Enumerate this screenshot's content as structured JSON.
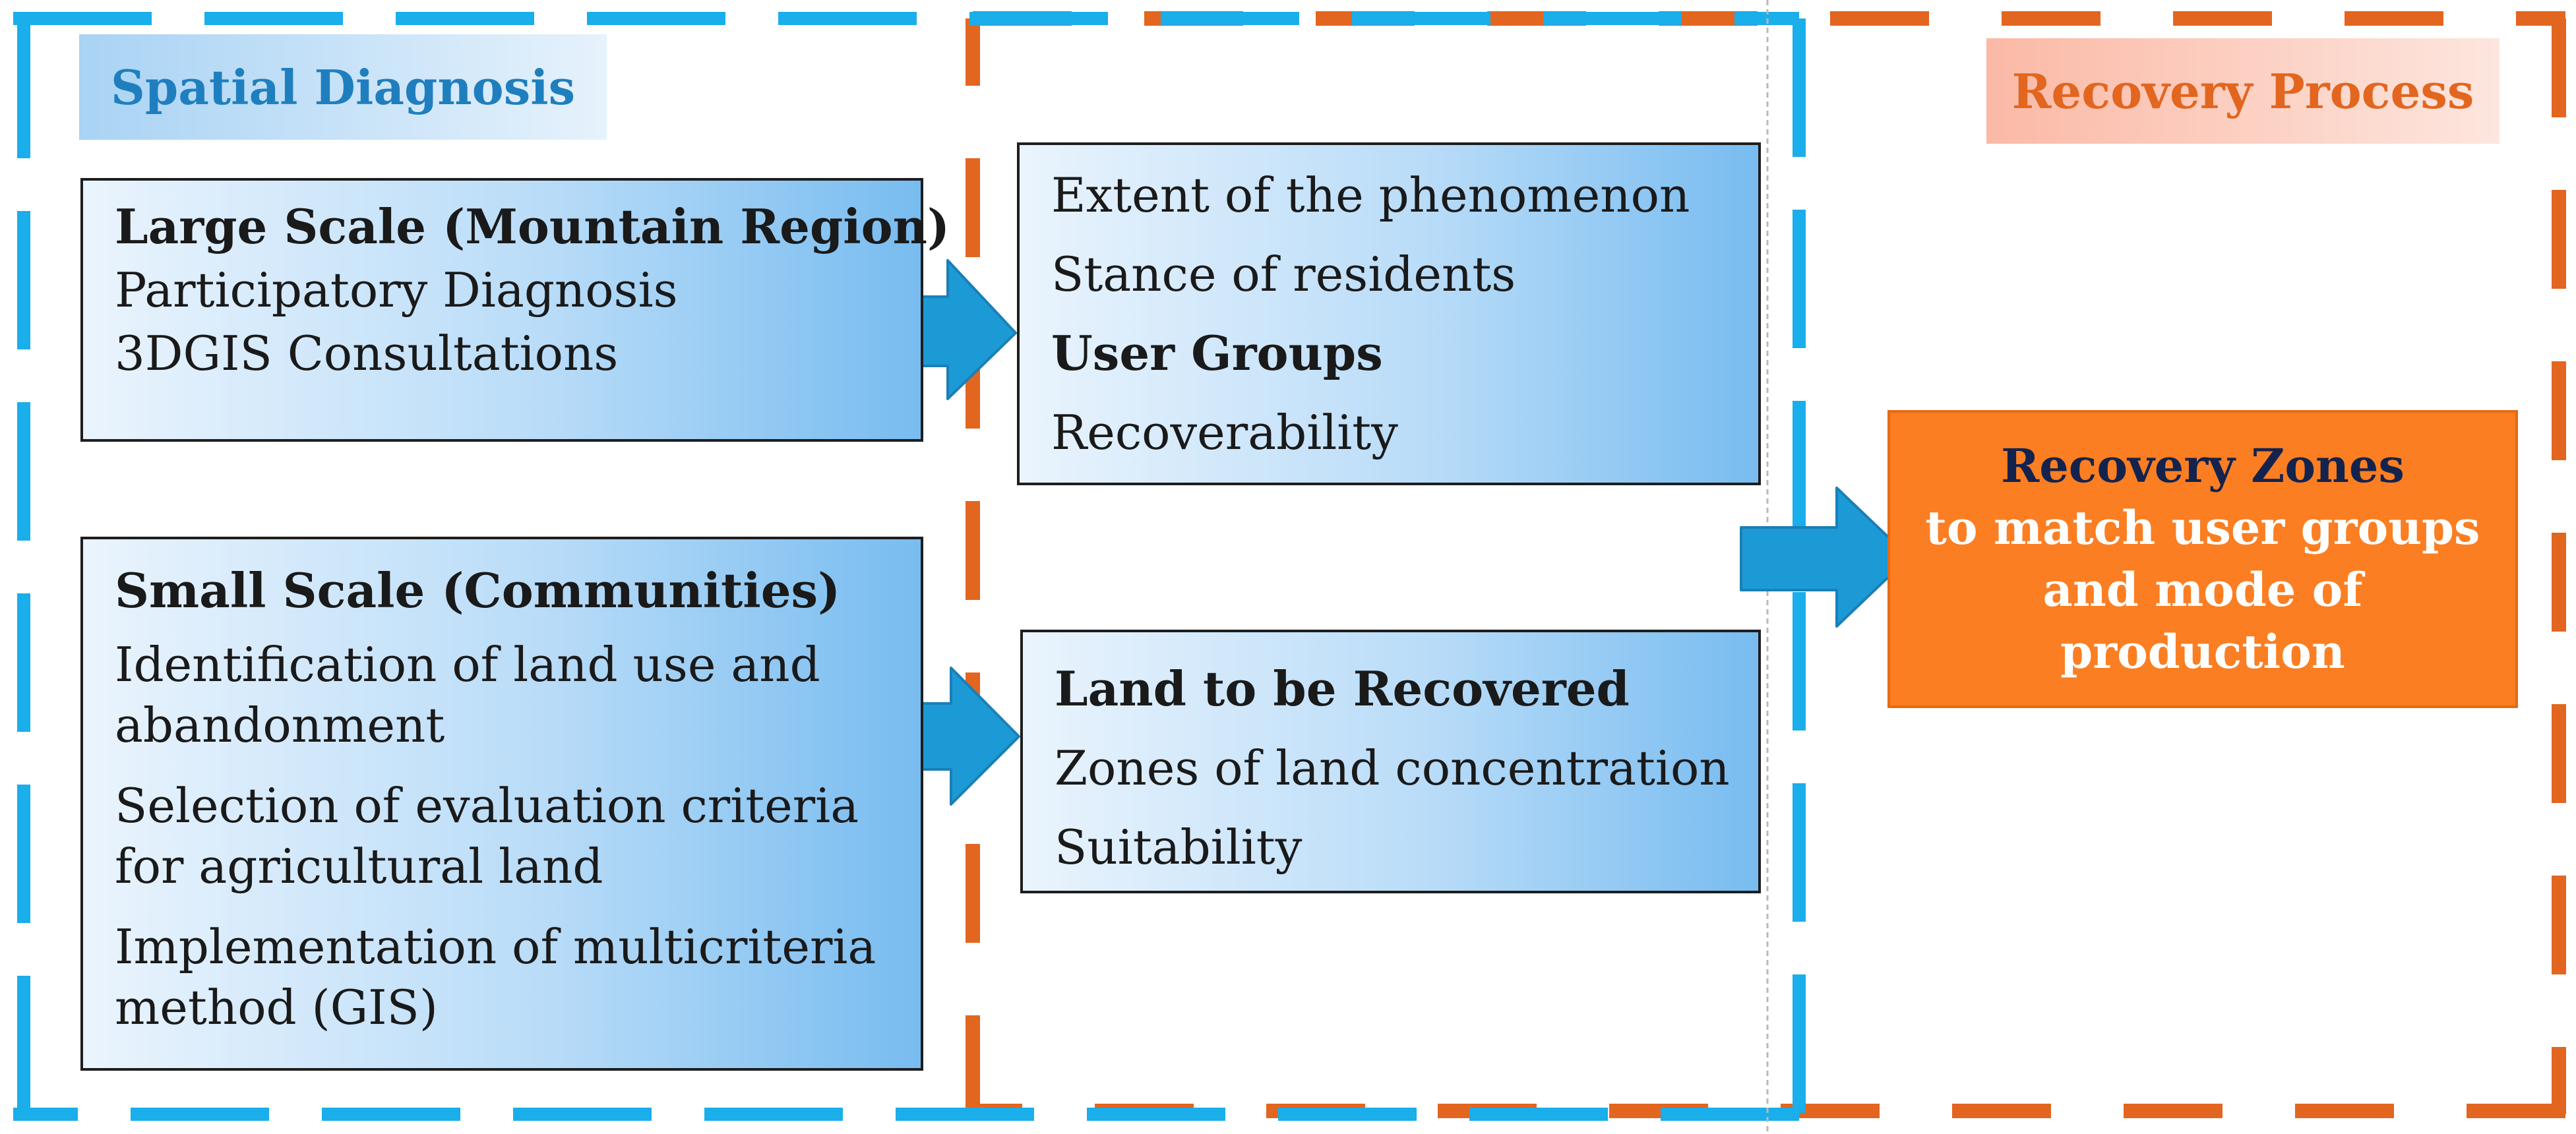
{
  "colors": {
    "blue_dash": "#1aaeea",
    "orange_dash": "#e2661f",
    "arrow_blue": "#1c9ad6",
    "arrow_stroke": "#1b7fb6",
    "box_gradient_start": "#eaf4fd",
    "box_gradient_end": "#78bcf0",
    "recovery_box": "#fb7e22",
    "recovery_title_text": "#14234d"
  },
  "diagram": {
    "spatial_title": "Spatial Diagnosis",
    "recovery_title": "Recovery Process",
    "large_scale": {
      "heading": "Large Scale (Mountain Region)",
      "items": [
        "Participatory Diagnosis",
        "3DGIS Consultations"
      ]
    },
    "small_scale": {
      "heading": "Small Scale (Communities)",
      "items": [
        [
          "Identification of land use and",
          "abandonment"
        ],
        [
          "Selection of evaluation criteria",
          "for agricultural land"
        ],
        [
          "Implementation of multicriteria",
          "method (GIS)"
        ]
      ]
    },
    "outcome_top": {
      "items": [
        "Extent of the phenomenon",
        "Stance of residents",
        "User Groups",
        "Recoverability"
      ]
    },
    "outcome_bottom": {
      "heading": "Land to be Recovered",
      "items": [
        "Zones of land concentration",
        "Suitability"
      ]
    },
    "recovery_zones": {
      "title": "Recovery Zones",
      "lines": [
        "to match user groups",
        "and mode of",
        "production"
      ]
    }
  }
}
